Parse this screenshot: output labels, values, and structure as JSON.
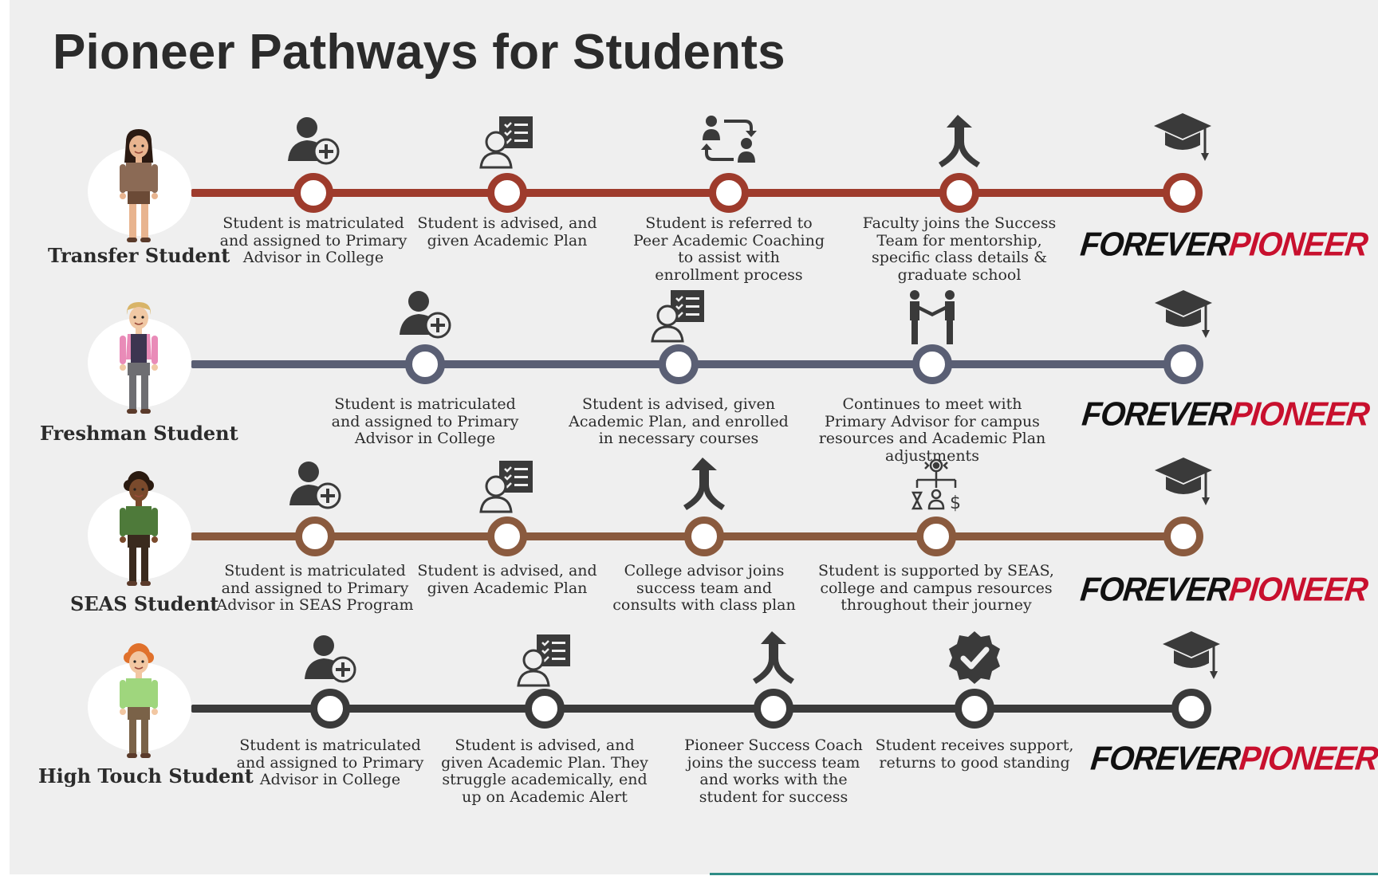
{
  "title": "Pioneer Pathways for Students",
  "brand": {
    "part1": "FOREVER",
    "part2": "PIONEER",
    "color1": "#111111",
    "color2": "#c8102e"
  },
  "colors": {
    "transfer": "#9e3b2c",
    "freshman": "#5a5f74",
    "seas": "#8a5a3e",
    "high_touch": "#3a3a3a",
    "icon": "#3a3a3a"
  },
  "rows": [
    {
      "id": "transfer",
      "name": "Transfer Student",
      "avatar": "woman-avatar",
      "steps": [
        {
          "icon": "add-user-icon",
          "label": "Student is matriculated\nand assigned to Primary\nAdvisor in College"
        },
        {
          "icon": "academic-plan-icon",
          "label": "Student is advised, and\ngiven Academic Plan"
        },
        {
          "icon": "referral-exchange-icon",
          "label": "Student is referred to\nPeer Academic Coaching\nto assist with\nenrollment process"
        },
        {
          "icon": "merge-arrow-icon",
          "label": "Faculty joins the Success\nTeam for mentorship,\nspecific class details &\ngraduate school"
        },
        {
          "icon": "graduation-cap-icon",
          "label": ""
        }
      ]
    },
    {
      "id": "freshman",
      "name": "Freshman Student",
      "avatar": "blond-man-avatar",
      "steps": [
        {
          "icon": "add-user-icon",
          "label": "Student is matriculated\nand assigned to Primary\nAdvisor in College"
        },
        {
          "icon": "academic-plan-icon",
          "label": "Student is advised, given\nAcademic Plan, and enrolled\nin necessary courses"
        },
        {
          "icon": "handshake-icon",
          "label": "Continues to meet with\nPrimary Advisor for campus\nresources and Academic Plan\nadjustments"
        },
        {
          "icon": "graduation-cap-icon",
          "label": ""
        }
      ]
    },
    {
      "id": "seas",
      "name": "SEAS Student",
      "avatar": "curly-woman-avatar",
      "steps": [
        {
          "icon": "add-user-icon",
          "label": "Student is matriculated\nand assigned to Primary\nAdvisor in SEAS Program"
        },
        {
          "icon": "academic-plan-icon",
          "label": "Student is advised, and\ngiven Academic Plan"
        },
        {
          "icon": "merge-arrow-icon",
          "label": "College advisor joins\nsuccess team and\nconsults with class plan"
        },
        {
          "icon": "resource-network-icon",
          "label": "Student is supported by SEAS,\ncollege and campus resources\nthroughout their journey"
        },
        {
          "icon": "graduation-cap-icon",
          "label": ""
        }
      ]
    },
    {
      "id": "high_touch",
      "name": "High Touch Student",
      "avatar": "redhead-man-avatar",
      "steps": [
        {
          "icon": "add-user-icon",
          "label": "Student is matriculated\nand assigned to Primary\nAdvisor in College"
        },
        {
          "icon": "academic-plan-icon",
          "label": "Student is advised, and\ngiven Academic Plan. They\nstruggle academically, end\nup on Academic Alert"
        },
        {
          "icon": "merge-arrow-icon",
          "label": "Pioneer Success Coach\njoins the success team\nand works with the\nstudent for success"
        },
        {
          "icon": "verified-badge-icon",
          "label": "Student receives support,\nreturns to good standing"
        },
        {
          "icon": "graduation-cap-icon",
          "label": ""
        }
      ]
    }
  ]
}
